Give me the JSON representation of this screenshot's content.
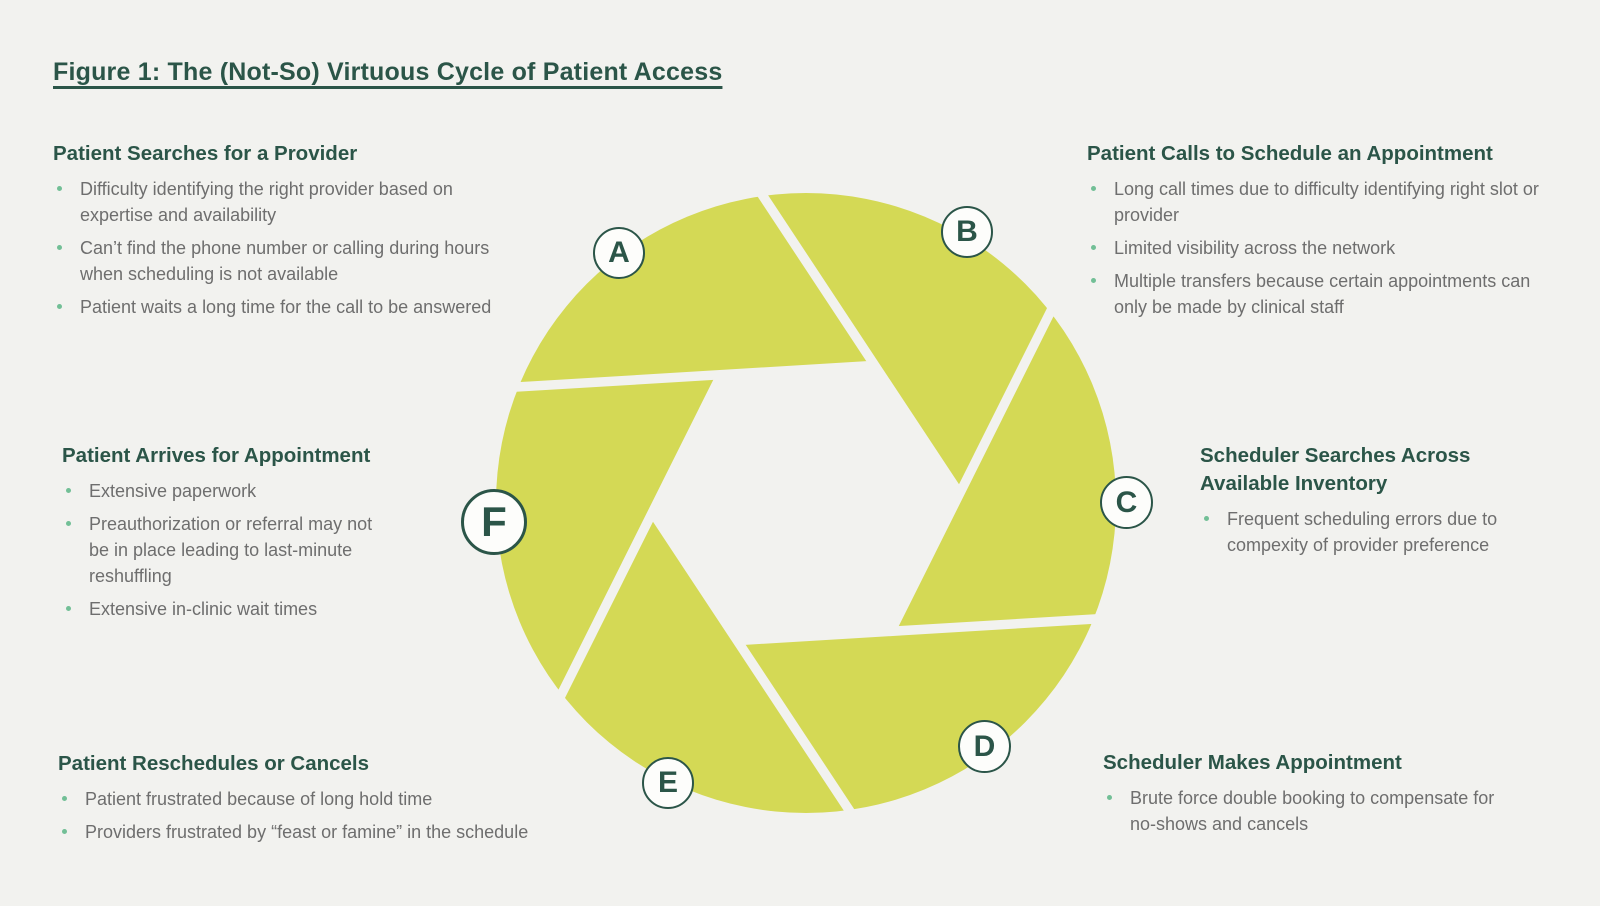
{
  "title": "Figure 1: The (Not-So) Virtuous Cycle of Patient Access",
  "colors": {
    "background": "#f2f2ef",
    "aperture-green": "#d4d955",
    "heading-green": "#2b5548",
    "body-gray": "#6e6e6e",
    "bullet-dot-green": "#72bf96",
    "badge-bg": "#fdfdfb"
  },
  "cycle": {
    "steps": [
      {
        "id": "A",
        "heading": "Patient Searches for a Provider",
        "bullets": [
          "Difficulty identifying the right provider based on expertise and availability",
          "Can’t find the phone number or calling during hours when scheduling is not available",
          "Patient waits a long time for the call to be answered"
        ]
      },
      {
        "id": "B",
        "heading": "Patient Calls to Schedule an Appointment",
        "bullets": [
          "Long call times due to difficulty identifying right slot or provider",
          "Limited visibility across the network",
          "Multiple transfers because certain appointments can only be made by clinical staff"
        ]
      },
      {
        "id": "C",
        "heading": "Scheduler Searches Across Available Inventory",
        "bullets": [
          "Frequent scheduling errors due to compexity of provider preference"
        ]
      },
      {
        "id": "D",
        "heading": "Scheduler Makes Appointment",
        "bullets": [
          "Brute force double booking to compensate for no-shows and cancels"
        ]
      },
      {
        "id": "E",
        "heading": "Patient Reschedules or Cancels",
        "bullets": [
          "Patient frustrated because of long hold time",
          "Providers frustrated by “feast or famine” in the schedule"
        ]
      },
      {
        "id": "F",
        "heading": "Patient Arrives for Appointment",
        "bullets": [
          "Extensive paperwork",
          "Preauthorization or referral may not be in place leading to last-minute reshuffling",
          "Extensive in-clinic wait times"
        ]
      }
    ]
  }
}
